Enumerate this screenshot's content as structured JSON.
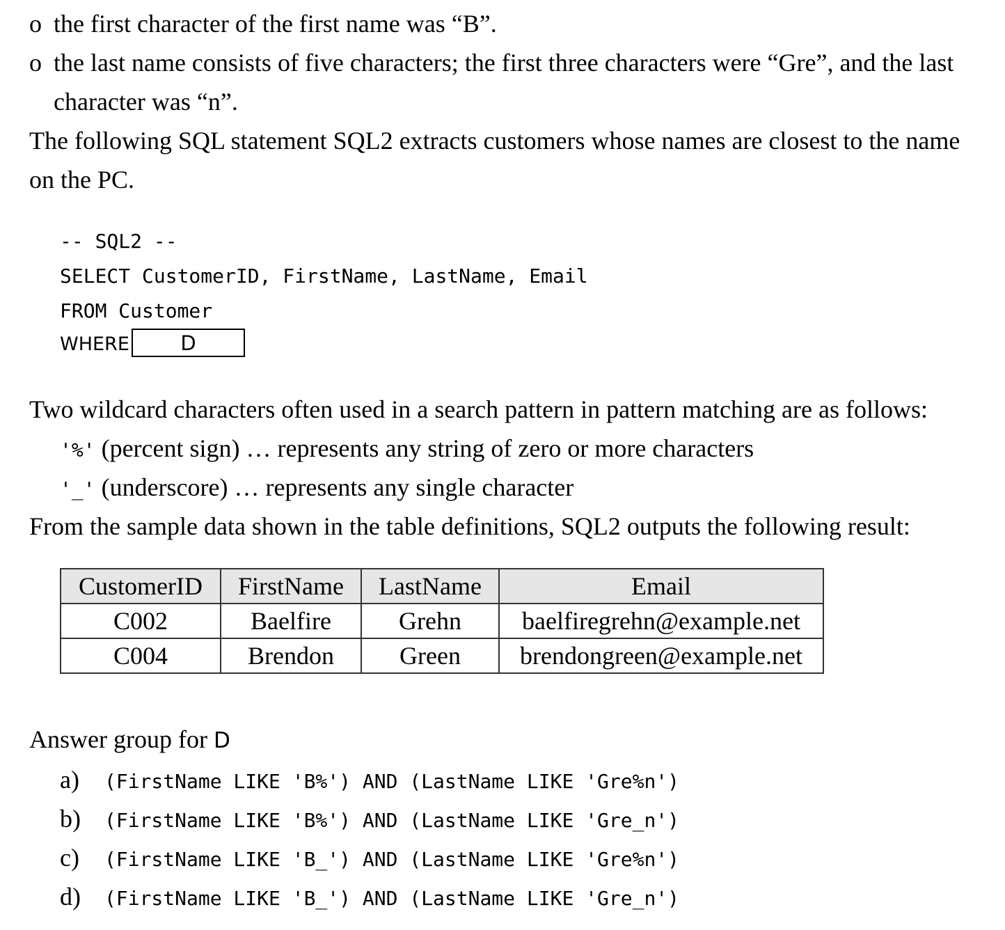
{
  "bullets": [
    {
      "mark": "o",
      "text": "the first character of the first name was “B”."
    },
    {
      "mark": "o",
      "text": "the last name consists of five characters; the first three characters were “Gre”, and the last",
      "cont": "character was “n”."
    }
  ],
  "intro": {
    "line1": "The following SQL statement SQL2 extracts customers whose names are closest to the name",
    "line2": "on the PC."
  },
  "sql": {
    "comment": "-- SQL2 --",
    "select": "SELECT CustomerID, FirstName, LastName, Email",
    "from": "FROM Customer",
    "where": "WHERE",
    "blank": "D"
  },
  "wildcards": {
    "intro": "Two wildcard characters often used in a search pattern in pattern matching are as follows:",
    "percent_symbol": "'%'",
    "percent_text": " (percent sign) … represents any string of zero or more characters",
    "underscore_symbol": "'_'",
    "underscore_text": " (underscore) … represents any single character"
  },
  "result_intro": "From the sample data shown in the table definitions, SQL2 outputs the following result:",
  "table": {
    "headers": [
      "CustomerID",
      "FirstName",
      "LastName",
      "Email"
    ],
    "rows": [
      [
        "C002",
        "Baelfire",
        "Grehn",
        "baelfiregrehn@example.net"
      ],
      [
        "C004",
        "Brendon",
        "Green",
        "brendongreen@example.net"
      ]
    ]
  },
  "answers": {
    "title": "Answer group for ",
    "title_letter": "D",
    "options": [
      {
        "label": "a)",
        "code": "(FirstName LIKE 'B%') AND (LastName LIKE 'Gre%n')"
      },
      {
        "label": "b)",
        "code": "(FirstName LIKE 'B%') AND (LastName LIKE 'Gre_n')"
      },
      {
        "label": "c)",
        "code": "(FirstName LIKE 'B_') AND (LastName LIKE 'Gre%n')"
      },
      {
        "label": "d)",
        "code": "(FirstName LIKE 'B_') AND (LastName LIKE 'Gre_n')"
      }
    ]
  }
}
